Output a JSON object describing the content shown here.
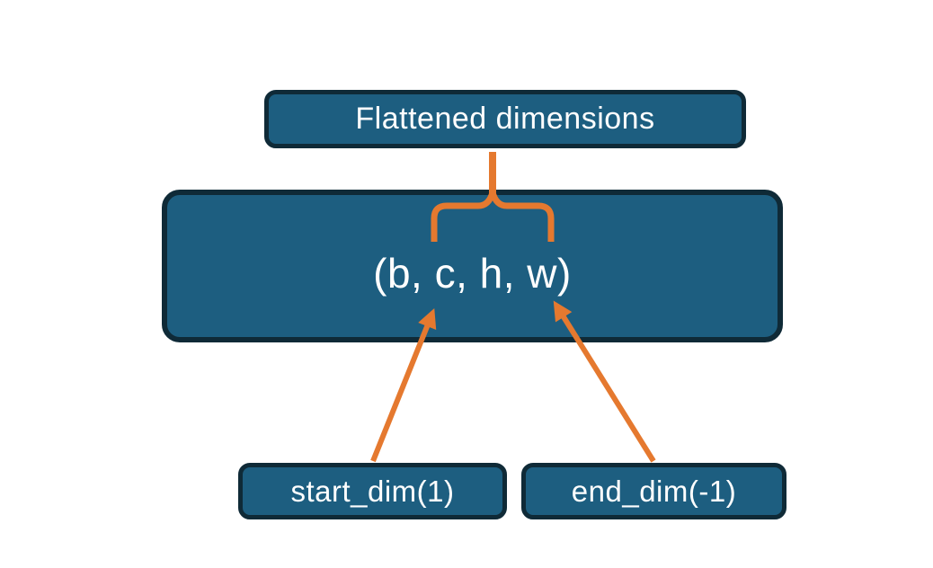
{
  "diagram": {
    "flattened_box": {
      "label": "Flattened dimensions"
    },
    "tensor_box": {
      "label": "(b, c, h, w)"
    },
    "start_dim_box": {
      "label": "start_dim(1)"
    },
    "end_dim_box": {
      "label": "end_dim(-1)"
    }
  },
  "connectors": {
    "brace": "flatten-range-brace",
    "left_arrow": "start-dim-arrow",
    "right_arrow": "end-dim-arrow"
  },
  "colors": {
    "node_fill": "#1D5E80",
    "node_border": "#0F2A37",
    "accent_orange": "#E5792F",
    "label_text": "#FFFFFF",
    "background": "#FFFFFF"
  }
}
